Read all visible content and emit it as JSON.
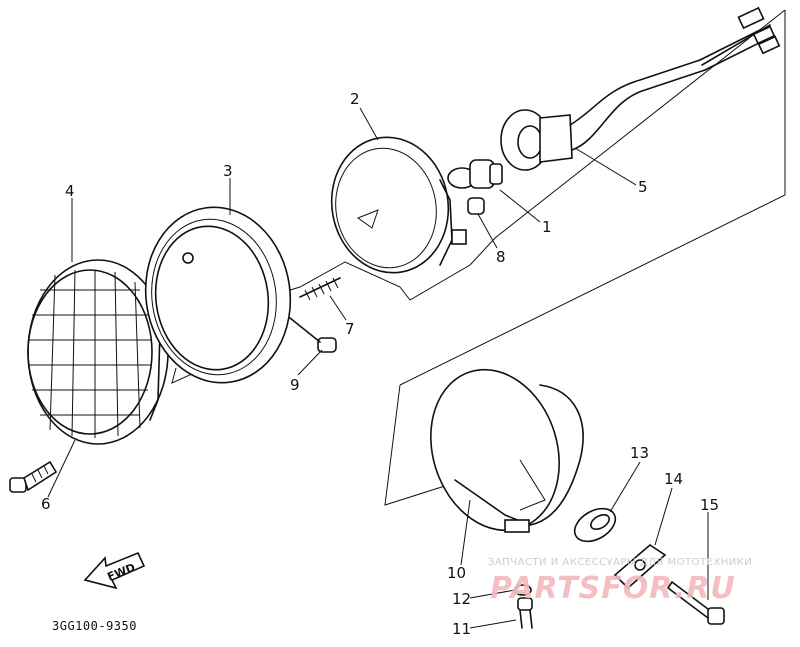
{
  "diagram": {
    "part_code": "3GG100-9350",
    "fwd_label": "FWD",
    "watermark": {
      "top": "ЗАПЧАСТИ И АКСЕССУАРЫ ДЛЯ МОТОТЕХНИКИ",
      "main": "PARTSFOR.RU"
    },
    "callouts": [
      {
        "id": "1",
        "label": "1"
      },
      {
        "id": "2",
        "label": "2"
      },
      {
        "id": "3",
        "label": "3"
      },
      {
        "id": "4",
        "label": "4"
      },
      {
        "id": "5",
        "label": "5"
      },
      {
        "id": "6",
        "label": "6"
      },
      {
        "id": "7",
        "label": "7"
      },
      {
        "id": "8",
        "label": "8"
      },
      {
        "id": "9",
        "label": "9"
      },
      {
        "id": "10",
        "label": "10"
      },
      {
        "id": "11",
        "label": "11"
      },
      {
        "id": "12",
        "label": "12"
      },
      {
        "id": "13",
        "label": "13"
      },
      {
        "id": "14",
        "label": "14"
      },
      {
        "id": "15",
        "label": "15"
      }
    ]
  }
}
